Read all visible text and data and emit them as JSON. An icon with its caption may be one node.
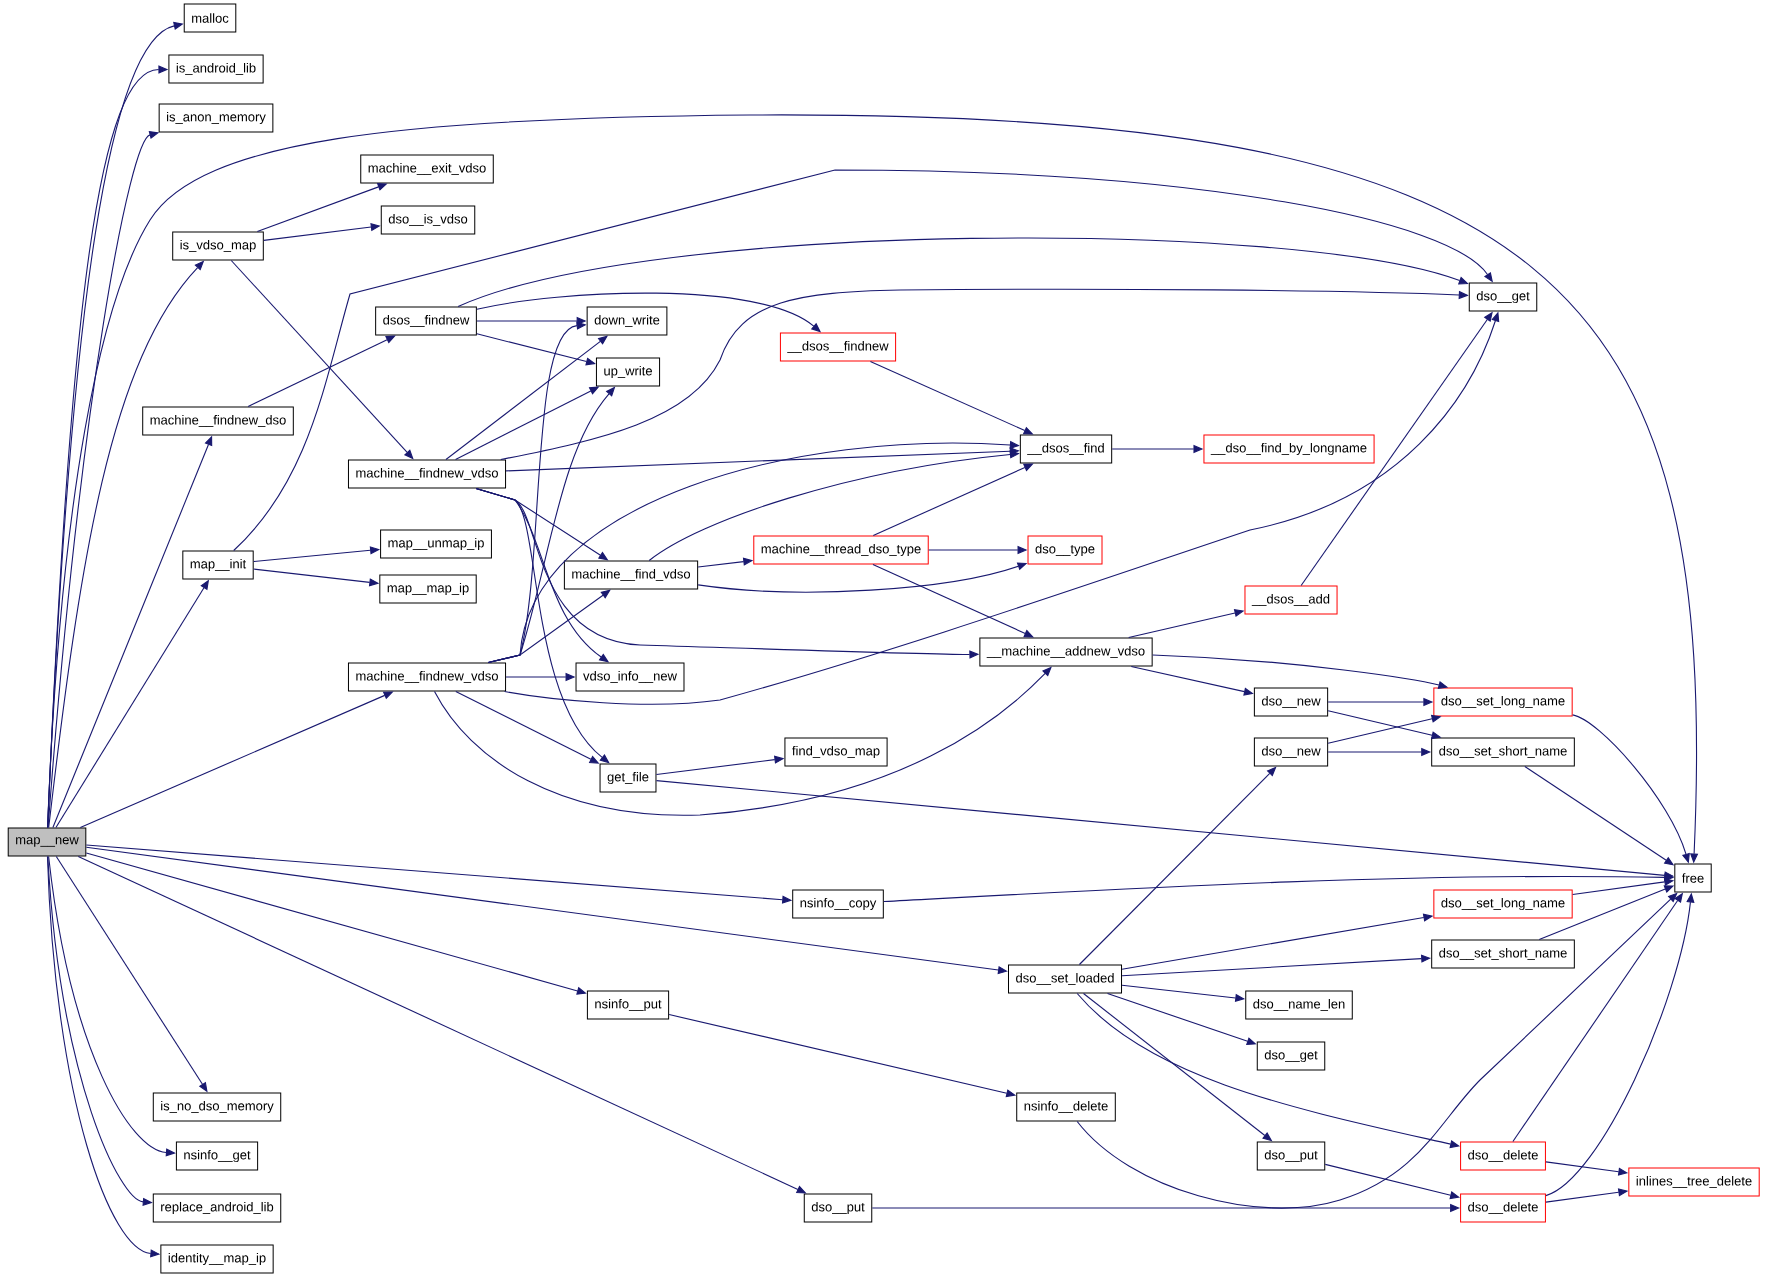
{
  "diagram": {
    "nodes": [
      {
        "text": [
          "map__new"
        ]
      },
      {
        "text": [
          "malloc"
        ]
      },
      {
        "text": [
          "is_android_lib"
        ]
      },
      {
        "text": [
          "is_anon_memory"
        ]
      },
      {
        "text": [
          "is_vdso_map"
        ]
      },
      {
        "text": [
          "machine__exit_vdso"
        ]
      },
      {
        "text": [
          "dso__is_vdso"
        ]
      },
      {
        "text": [
          "machine__findnew_dso"
        ]
      },
      {
        "text": [
          "dsos__findnew"
        ]
      },
      {
        "text": [
          "machine__findnew_vdso"
        ]
      },
      {
        "text": [
          "map__init"
        ]
      },
      {
        "text": [
          "map__unmap_ip"
        ]
      },
      {
        "text": [
          "map__map_ip"
        ]
      },
      {
        "text": [
          "machine__findnew_vdso"
        ]
      },
      {
        "text": [
          "down_write"
        ]
      },
      {
        "text": [
          "up_write"
        ]
      },
      {
        "text": [
          "__dsos__findnew"
        ]
      },
      {
        "text": [
          "vdso_info__new"
        ]
      },
      {
        "text": [
          "machine__find_vdso"
        ]
      },
      {
        "text": [
          "get_file"
        ]
      },
      {
        "text": [
          "find_vdso_map"
        ]
      },
      {
        "text": [
          "machine__thread_dso_type"
        ]
      },
      {
        "text": [
          "__dsos__find"
        ]
      },
      {
        "text": [
          "__dso__find_by_longname"
        ]
      },
      {
        "text": [
          "dso__type"
        ]
      },
      {
        "text": [
          "__machine__addnew_vdso"
        ]
      },
      {
        "text": [
          "__dsos__add"
        ]
      },
      {
        "text": [
          "dso__get"
        ]
      },
      {
        "text": [
          "dso__new"
        ]
      },
      {
        "text": [
          "dso__set_long_name"
        ]
      },
      {
        "text": [
          "dso__new"
        ]
      },
      {
        "text": [
          "dso__set_short_name"
        ]
      },
      {
        "text": [
          "free"
        ]
      },
      {
        "text": [
          "nsinfo__copy"
        ]
      },
      {
        "text": [
          "dso__set_loaded"
        ]
      },
      {
        "text": [
          "dso__set_long_name"
        ]
      },
      {
        "text": [
          "dso__set_short_name"
        ]
      },
      {
        "text": [
          "dso__name_len"
        ]
      },
      {
        "text": [
          "dso__get"
        ]
      },
      {
        "text": [
          "nsinfo__put"
        ]
      },
      {
        "text": [
          "nsinfo__delete"
        ]
      },
      {
        "text": [
          "dso__put"
        ]
      },
      {
        "text": [
          "dso__delete"
        ]
      },
      {
        "text": [
          "dso__delete"
        ]
      },
      {
        "text": [
          "inlines__tree_delete"
        ]
      },
      {
        "text": [
          "dso__put"
        ]
      },
      {
        "text": [
          "is_no_dso_memory"
        ]
      },
      {
        "text": [
          "nsinfo__get"
        ]
      },
      {
        "text": [
          "replace_android_lib"
        ]
      },
      {
        "text": [
          "identity__map_ip"
        ]
      }
    ],
    "edges": [
      {
        "from": 0,
        "to": 1,
        "arrow": "to"
      },
      {
        "from": 0,
        "to": 2,
        "arrow": "to"
      },
      {
        "from": 0,
        "to": 3,
        "arrow": "to"
      },
      {
        "from": 0,
        "to": 32,
        "arrow": "to"
      },
      {
        "from": 0,
        "to": 4,
        "arrow": "to"
      },
      {
        "from": 0,
        "to": 7,
        "arrow": "to"
      },
      {
        "from": 0,
        "to": 10,
        "arrow": "to"
      },
      {
        "from": 0,
        "to": 13,
        "arrow": "to"
      },
      {
        "from": 0,
        "to": 33,
        "arrow": "to"
      },
      {
        "from": 0,
        "to": 34,
        "arrow": "to"
      },
      {
        "from": 0,
        "to": 39,
        "arrow": "to"
      },
      {
        "from": 0,
        "to": 45,
        "arrow": "to"
      },
      {
        "from": 0,
        "to": 46,
        "arrow": "to"
      },
      {
        "from": 0,
        "to": 47,
        "arrow": "to"
      },
      {
        "from": 0,
        "to": 48,
        "arrow": "to"
      },
      {
        "from": 0,
        "to": 49,
        "arrow": "to"
      },
      {
        "from": 4,
        "to": 5,
        "arrow": "to"
      },
      {
        "from": 4,
        "to": 6,
        "arrow": "to"
      },
      {
        "from": 4,
        "to": 9,
        "arrow": "to"
      },
      {
        "from": 7,
        "to": 8,
        "arrow": "to"
      },
      {
        "from": 8,
        "to": 14,
        "arrow": "to"
      },
      {
        "from": 8,
        "to": 15,
        "arrow": "to"
      },
      {
        "from": 8,
        "to": 16,
        "arrow": "to"
      },
      {
        "from": 8,
        "to": 27,
        "arrow": "to"
      },
      {
        "from": 10,
        "to": 11,
        "arrow": "to"
      },
      {
        "from": 10,
        "to": 12,
        "arrow": "to"
      },
      {
        "from": 10,
        "to": 27,
        "arrow": "to"
      },
      {
        "from": 9,
        "to": 14,
        "arrow": "to"
      },
      {
        "from": 9,
        "to": 15,
        "arrow": "to"
      },
      {
        "from": 9,
        "to": 27,
        "arrow": "to"
      },
      {
        "from": 9,
        "to": 22,
        "arrow": "to"
      },
      {
        "from": 9,
        "to": 18,
        "arrow": "to"
      },
      {
        "from": 9,
        "to": 25,
        "arrow": "to"
      },
      {
        "from": 9,
        "to": 17,
        "arrow": "to"
      },
      {
        "from": 9,
        "to": 19,
        "arrow": "to"
      },
      {
        "from": 13,
        "to": 14,
        "arrow": "to"
      },
      {
        "from": 13,
        "to": 15,
        "arrow": "to"
      },
      {
        "from": 13,
        "to": 22,
        "arrow": "to"
      },
      {
        "from": 13,
        "to": 18,
        "arrow": "to"
      },
      {
        "from": 13,
        "to": 17,
        "arrow": "to"
      },
      {
        "from": 13,
        "to": 19,
        "arrow": "to"
      },
      {
        "from": 13,
        "to": 27,
        "arrow": "to"
      },
      {
        "from": 13,
        "to": 25,
        "arrow": "to"
      },
      {
        "from": 16,
        "to": 22,
        "arrow": "to"
      },
      {
        "from": 22,
        "to": 23,
        "arrow": "to"
      },
      {
        "from": 18,
        "to": 21,
        "arrow": "to"
      },
      {
        "from": 18,
        "to": 24,
        "arrow": "to"
      },
      {
        "from": 18,
        "to": 22,
        "arrow": "to"
      },
      {
        "from": 21,
        "to": 24,
        "arrow": "to"
      },
      {
        "from": 21,
        "to": 22,
        "arrow": "to"
      },
      {
        "from": 21,
        "to": 25,
        "arrow": "to"
      },
      {
        "from": 25,
        "to": 26,
        "arrow": "to"
      },
      {
        "from": 25,
        "to": 28,
        "arrow": "to"
      },
      {
        "from": 25,
        "to": 29,
        "arrow": "to"
      },
      {
        "from": 26,
        "to": 27,
        "arrow": "to"
      },
      {
        "from": 28,
        "to": 29,
        "arrow": "to"
      },
      {
        "from": 28,
        "to": 31,
        "arrow": "to"
      },
      {
        "from": 30,
        "to": 29,
        "arrow": "to"
      },
      {
        "from": 30,
        "to": 31,
        "arrow": "to"
      },
      {
        "from": 29,
        "to": 32,
        "arrow": "to"
      },
      {
        "from": 31,
        "to": 32,
        "arrow": "to"
      },
      {
        "from": 19,
        "to": 20,
        "arrow": "to"
      },
      {
        "from": 19,
        "to": 32,
        "arrow": "to"
      },
      {
        "from": 33,
        "to": 32,
        "arrow": "to"
      },
      {
        "from": 34,
        "to": 30,
        "arrow": "to"
      },
      {
        "from": 34,
        "to": 35,
        "arrow": "to"
      },
      {
        "from": 34,
        "to": 36,
        "arrow": "to"
      },
      {
        "from": 34,
        "to": 37,
        "arrow": "to"
      },
      {
        "from": 34,
        "to": 38,
        "arrow": "to"
      },
      {
        "from": 34,
        "to": 41,
        "arrow": "to"
      },
      {
        "from": 34,
        "to": 42,
        "arrow": "to"
      },
      {
        "from": 35,
        "to": 32,
        "arrow": "to"
      },
      {
        "from": 36,
        "to": 32,
        "arrow": "to"
      },
      {
        "from": 39,
        "to": 40,
        "arrow": "to"
      },
      {
        "from": 40,
        "to": 32,
        "arrow": "to"
      },
      {
        "from": 41,
        "to": 43,
        "arrow": "to"
      },
      {
        "from": 45,
        "to": 43,
        "arrow": "to"
      },
      {
        "from": 42,
        "to": 32,
        "arrow": "to"
      },
      {
        "from": 42,
        "to": 44,
        "arrow": "to"
      },
      {
        "from": 43,
        "to": 32,
        "arrow": "to"
      },
      {
        "from": 43,
        "to": 44,
        "arrow": "to"
      }
    ]
  }
}
